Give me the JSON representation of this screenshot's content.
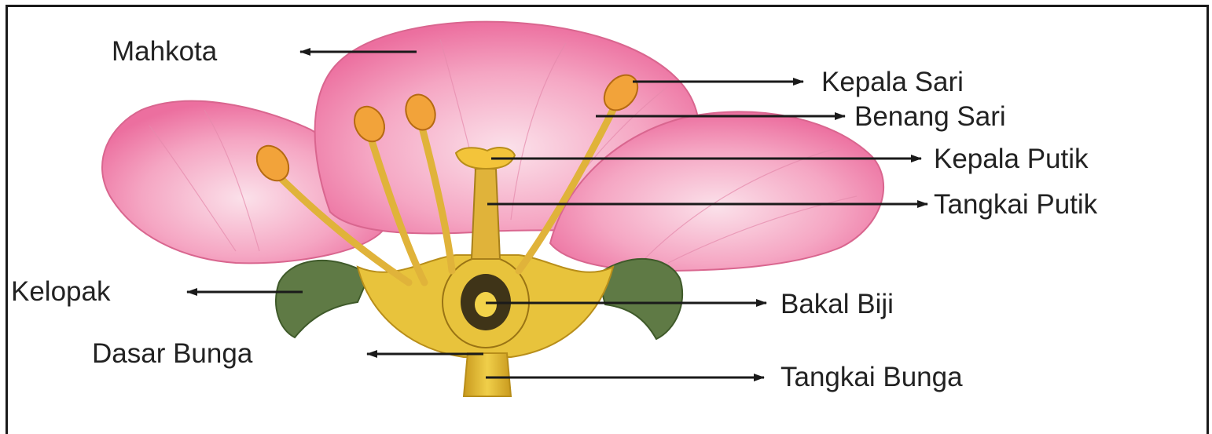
{
  "labels": {
    "mahkota": "Mahkota",
    "kepala_sari": "Kepala Sari",
    "benang_sari": "Benang Sari",
    "kepala_putik": "Kepala Putik",
    "tangkai_putik": "Tangkai Putik",
    "kelopak": "Kelopak",
    "bakal_biji": "Bakal Biji",
    "dasar_bunga": "Dasar Bunga",
    "tangkai_bunga": "Tangkai Bunga"
  },
  "colors": {
    "petal": "#f07aa6",
    "petal_light": "#f8c3d6",
    "anther": "#f2a33a",
    "filament": "#e0b33a",
    "receptacle": "#e8c33c",
    "sepal": "#5f7a45",
    "ovary_dark": "#3f3418",
    "arrow": "#1a1a1a"
  }
}
